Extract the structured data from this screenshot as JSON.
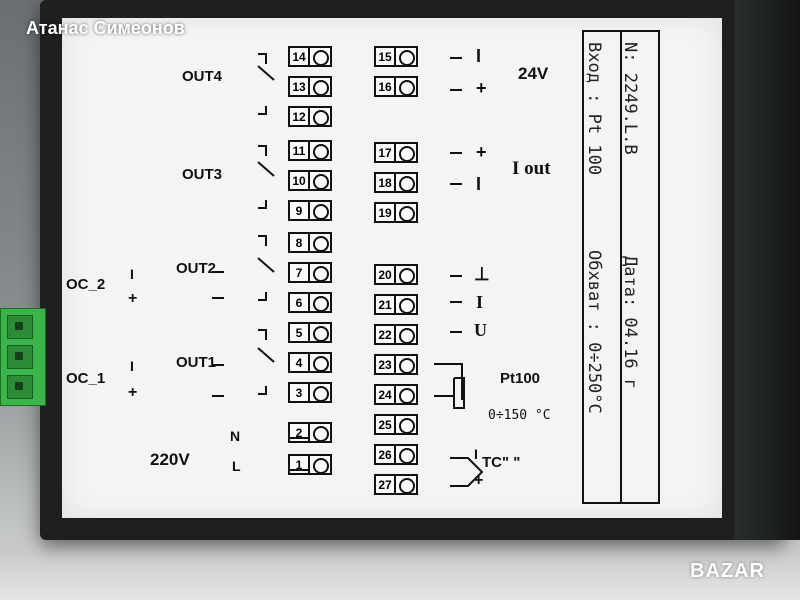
{
  "watermark": "Атанас Симеонов",
  "logo": "BAZAR",
  "outputs": {
    "out4": "OUT4",
    "out3": "OUT3",
    "out2": "OUT2",
    "out1": "OUT1",
    "oc2": "OC_2",
    "oc1": "OC_1",
    "power": "220V",
    "n": "N",
    "l": "L"
  },
  "right": {
    "v24": "24V",
    "iout": "I out",
    "pt100": "Pt100",
    "pt_range": "0÷150 °C",
    "tc": "TC\"  \"",
    "sym_perp": "⊥",
    "sym_i": "I",
    "sym_u": "U"
  },
  "label_fields": {
    "number_label": "N: 2249.L.B",
    "input_label": "Вход : Pt 100",
    "date_label": "Дата: 04.16 г",
    "range_label": "Обхват : 0÷250°С"
  },
  "terminals_left": [
    "14",
    "13",
    "12",
    "11",
    "10",
    "9",
    "8",
    "7",
    "6",
    "5",
    "4",
    "3",
    "2",
    "1"
  ],
  "terminals_right": [
    "15",
    "16",
    "17",
    "18",
    "19",
    "20",
    "21",
    "22",
    "23",
    "24",
    "25",
    "26",
    "27"
  ]
}
